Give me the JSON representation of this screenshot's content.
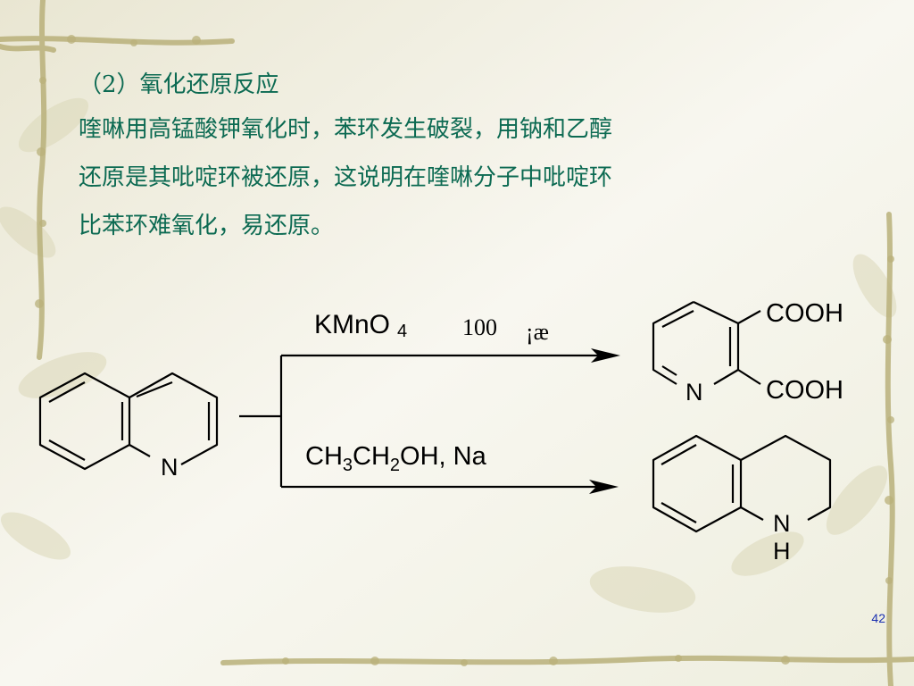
{
  "slide": {
    "heading": "（2）氧化还原反应",
    "paragraph_lines": [
      "喹啉用高锰酸钾氧化时，苯环发生破裂，用钠和乙醇",
      "还原是其吡啶环被还原，这说明在喹啉分子中吡啶环",
      "比苯环难氧化，易还原。"
    ],
    "page_number": "42"
  },
  "scheme": {
    "reactant_n": "N",
    "upper_reagent_main": "KMnO",
    "upper_reagent_sub": "4",
    "upper_reagent_temp": "100",
    "upper_reagent_garbled": "¡æ",
    "lower_reagent": [
      "CH",
      "3",
      "CH",
      "2",
      "OH, Na"
    ],
    "product1_n": "N",
    "product1_group_top": "COOH",
    "product1_group_bottom": "COOH",
    "product2_nh_n": "N",
    "product2_nh_h": "H"
  },
  "colors": {
    "text_green": "#0c6a52",
    "page_number_blue": "#1a2fb0"
  }
}
